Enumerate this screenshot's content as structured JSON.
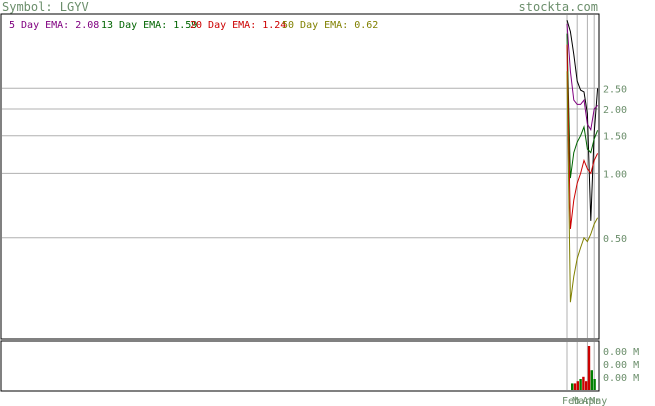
{
  "header": {
    "symbol_label": "Symbol: LGYV",
    "site": "stockta.com"
  },
  "legend": [
    {
      "label": "5 Day EMA: 2.08",
      "color": "#800080"
    },
    {
      "label": "13 Day EMA: 1.59",
      "color": "#006400"
    },
    {
      "label": "20 Day EMA: 1.24",
      "color": "#cc0000"
    },
    {
      "label": "50 Day EMA: 0.62",
      "color": "#808000"
    }
  ],
  "colors": {
    "text": "#6b8e6b",
    "grid": "#b0b0b0",
    "price": "#000000",
    "vol_up": "#008000",
    "vol_down": "#cc0000"
  },
  "chart_data": [
    {
      "type": "line",
      "panel": "price",
      "y_scale": "log",
      "ylim": [
        0.17,
        5.5
      ],
      "y_ticks": [
        2.5,
        2.0,
        1.5,
        1.0,
        0.5
      ],
      "y_tick_labels": [
        "2.50",
        "2.00",
        "1.50",
        "1.00",
        "0.50"
      ],
      "x_tick_labels": [
        "Feb",
        "Mar",
        "Apr",
        "May"
      ],
      "x_tick_index": [
        0,
        3,
        6,
        8
      ],
      "series": [
        {
          "role": "price",
          "values": [
            5.2,
            4.6,
            3.6,
            2.7,
            2.45,
            2.4,
            1.9,
            0.6,
            1.55,
            2.5
          ]
        },
        {
          "name": "5 Day EMA",
          "values": [
            5.0,
            3.0,
            2.2,
            2.1,
            2.1,
            2.2,
            1.7,
            1.6,
            2.0,
            2.08
          ]
        },
        {
          "name": "13 Day EMA",
          "values": [
            4.5,
            0.95,
            1.25,
            1.4,
            1.5,
            1.65,
            1.3,
            1.25,
            1.45,
            1.59
          ]
        },
        {
          "name": "20 Day EMA",
          "values": [
            4.0,
            0.55,
            0.75,
            0.9,
            1.0,
            1.15,
            1.05,
            1.0,
            1.15,
            1.24
          ]
        },
        {
          "name": "50 Day EMA",
          "values": [
            3.0,
            0.25,
            0.33,
            0.4,
            0.45,
            0.5,
            0.48,
            0.52,
            0.58,
            0.62
          ]
        }
      ]
    },
    {
      "type": "bar",
      "panel": "volume",
      "y_tick_labels": [
        "0.00 M",
        "0.00 M",
        "0.00 M"
      ],
      "values": [
        0.15,
        0.15,
        0.2,
        0.25,
        0.3,
        0.2,
        1.0,
        0.45,
        0.25
      ],
      "directions": [
        "up",
        "down",
        "down",
        "up",
        "down",
        "down",
        "down",
        "up",
        "up"
      ]
    }
  ]
}
